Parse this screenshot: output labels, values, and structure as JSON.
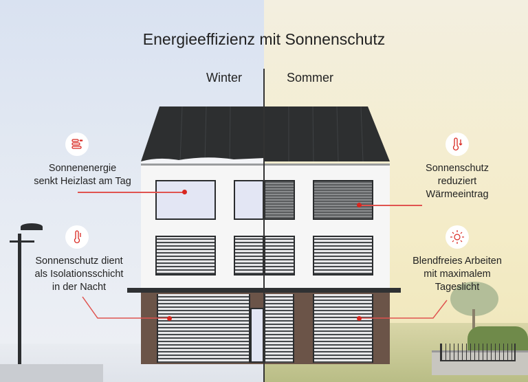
{
  "title": "Energieeffizienz mit Sonnenschutz",
  "seasons": {
    "left": "Winter",
    "right": "Sommer"
  },
  "callouts": [
    {
      "icon": "heat-load-icon",
      "lines": [
        "Sonnenenergie",
        "senkt Heizlast am Tag"
      ]
    },
    {
      "icon": "thermometer-icon",
      "lines": [
        "Sonnenschutz dient",
        "als Isolationsschicht",
        "in der Nacht"
      ]
    },
    {
      "icon": "thermometer-down-icon",
      "lines": [
        "Sonnenschutz",
        "reduziert",
        "Wärmeeintrag"
      ]
    },
    {
      "icon": "sun-icon",
      "lines": [
        "Blendfreies Arbeiten",
        "mit maximalem",
        "Tageslicht"
      ]
    }
  ],
  "colors": {
    "accent": "#d8261f",
    "roof": "#2d2f30"
  }
}
